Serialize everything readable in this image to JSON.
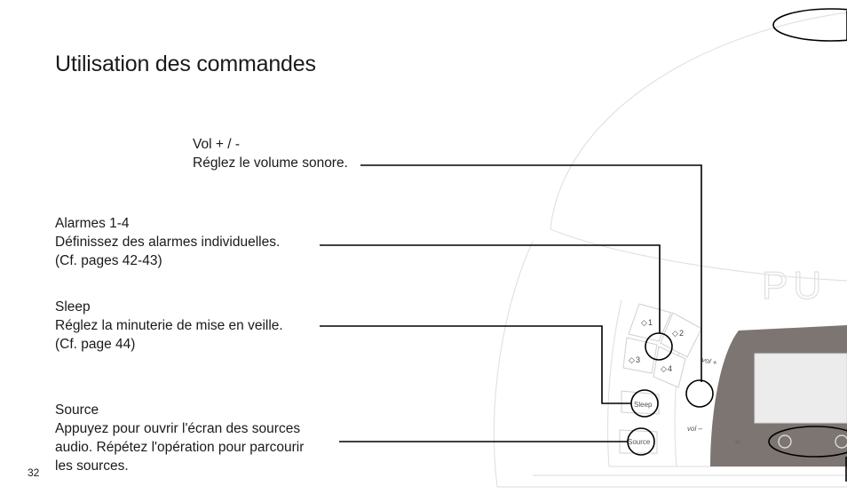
{
  "page": {
    "title": "Utilisation des commandes",
    "page_number": "32"
  },
  "callouts": {
    "vol": {
      "heading": "Vol + / -",
      "lines": [
        "Réglez le volume sonore."
      ]
    },
    "alarms": {
      "heading": "Alarmes 1-4",
      "lines": [
        "Définissez des alarmes individuelles.",
        "(Cf. pages 42-43)"
      ]
    },
    "sleep": {
      "heading": "Sleep",
      "lines": [
        "Réglez la minuterie de mise en veille.",
        "(Cf. page 44)"
      ]
    },
    "source": {
      "heading": "Source",
      "lines": [
        "Appuyez pour ouvrir l'écran des sources",
        "audio. Répétez l'opération pour parcourir",
        "les sources."
      ]
    }
  },
  "device": {
    "brand_fragment": "PU",
    "alarm_keys": [
      "1",
      "2",
      "3",
      "4"
    ],
    "sleep_key": "Sleep",
    "source_key": "Source",
    "vol_plus_label": "vol +",
    "vol_minus_label": "vol –"
  },
  "colors": {
    "display_panel": "#7d7571",
    "display_screen": "#ececec",
    "outline": "#e2e2e2",
    "leader_line": "#000000"
  }
}
